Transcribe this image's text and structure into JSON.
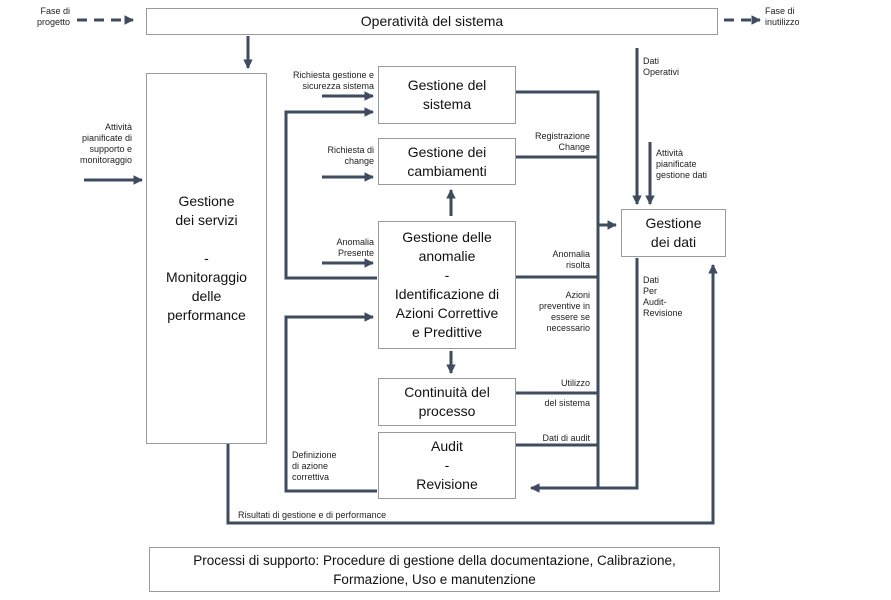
{
  "boxes": {
    "operativita": "Operatività del sistema",
    "servizi": "Gestione\ndei servizi\n\n-\nMonitoraggio\ndelle\nperformance",
    "sistema": "Gestione del\nsistema",
    "cambiamenti": "Gestione dei\ncambiamenti",
    "anomalie": "Gestione delle\nanomalie\n-\nIdentificazione di\nAzioni Correttive\ne Predittive",
    "continuita": "Continuità del\nprocesso",
    "audit": "Audit\n-\nRevisione",
    "dati": "Gestione\ndei dati",
    "supporto": "Processi di supporto: Procedure di gestione della documentazione, Calibrazione,\nFormazione, Uso e manutenzione"
  },
  "labels": {
    "fase_progetto": "Fase di\nprogetto",
    "fase_inutilizzo": "Fase di\ninutilizzo",
    "attivita_supporto": "Attività\npianificate di\nsupporto e\nmonitoraggio",
    "richiesta_gestione": "Richiesta gestione e\nsicurezza sistema",
    "richiesta_change": "Richiesta di\nchange",
    "anomalia_presente": "Anomalia\nPresente",
    "dati_operativi": "Dati\nOperativi",
    "registrazione_change": "Registrazione\nChange",
    "attivita_dati": "Attività\npianificate\ngestione dati",
    "anomalia_risolta": "Anomalia\nrisolta",
    "azioni_preventive": "Azioni\npreventive in\nessere se\nnecessario",
    "dati_audit_revisione": "Dati\nPer\nAudit-\nRevisione",
    "utilizzo": "Utilizzo",
    "del_sistema": "del sistema",
    "dati_di_audit": "Dati di audit",
    "definizione": "Definizione\ndi azione\ncorrettiva",
    "risultati": "Risultati di gestione e di performance"
  },
  "colors": {
    "arrow": "#3f4b5e",
    "border": "#9a9a9a"
  }
}
